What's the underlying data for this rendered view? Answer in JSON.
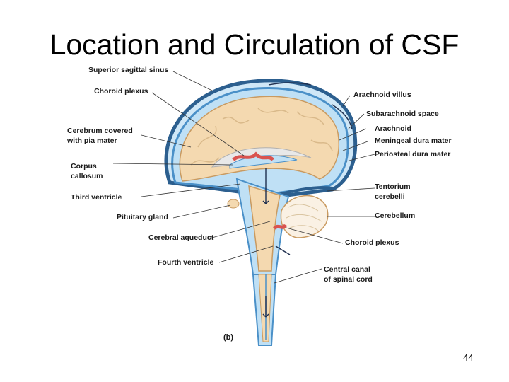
{
  "slide": {
    "title": "Location and Circulation of CSF",
    "page_number": "44"
  },
  "figure": {
    "panel_label": "(b)",
    "labels_left": {
      "superior_sagittal_sinus": "Superior sagittal sinus",
      "choroid_plexus_top": "Choroid plexus",
      "cerebrum_line1": "Cerebrum covered",
      "cerebrum_line2": "with pia mater",
      "corpus_line1": "Corpus",
      "corpus_line2": "callosum",
      "third_ventricle": "Third ventricle",
      "pituitary_gland": "Pituitary gland",
      "cerebral_aqueduct": "Cerebral aqueduct",
      "fourth_ventricle": "Fourth ventricle"
    },
    "labels_right": {
      "arachnoid_villus": "Arachnoid villus",
      "subarachnoid_space": "Subarachnoid space",
      "arachnoid": "Arachnoid",
      "meningeal_dura": "Meningeal dura mater",
      "periosteal_dura": "Periosteal dura mater",
      "tentorium_line1": "Tentorium",
      "tentorium_line2": "cerebelli",
      "cerebellum": "Cerebellum",
      "choroid_plexus_bottom": "Choroid plexus",
      "central_canal_line1": "Central canal",
      "central_canal_line2": "of spinal cord"
    },
    "colors": {
      "brain": "#f4d9b0",
      "brain_fold": "#d9b98a",
      "csf": "#bfe0f5",
      "dura": "#4a90c8",
      "dura_dark": "#2c5f8f",
      "plexus": "#d9534f",
      "leader": "#333333"
    }
  }
}
